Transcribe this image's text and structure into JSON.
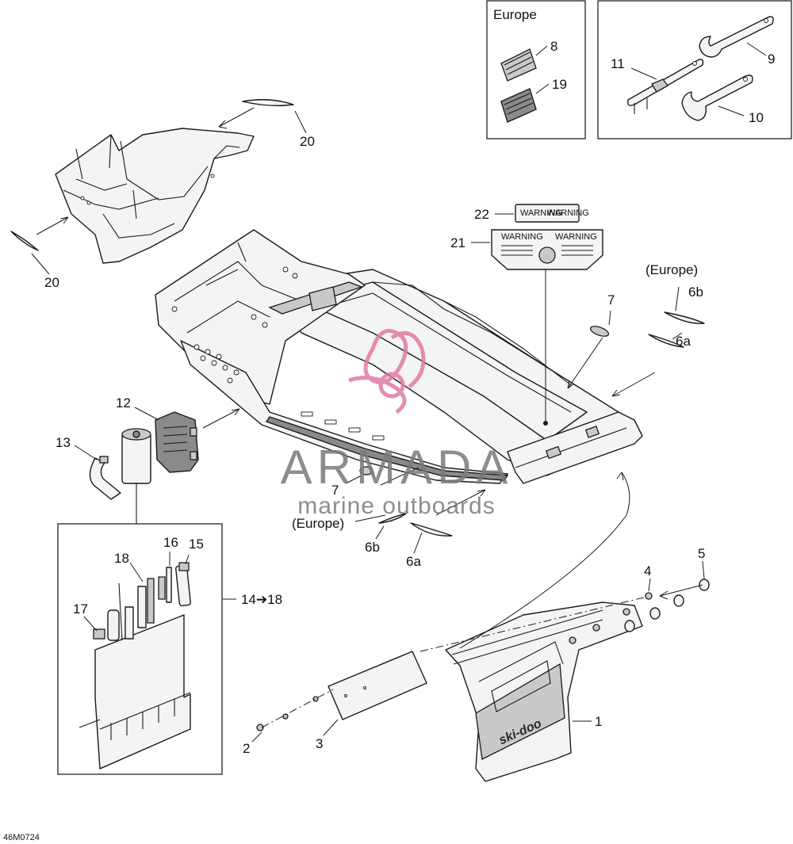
{
  "diagram": {
    "code": "46M0724",
    "inset_europe_title": "Europe",
    "callouts": {
      "c1": "1",
      "c2": "2",
      "c3": "3",
      "c4": "4",
      "c5": "5",
      "c6a_right": "6a",
      "c6b_right": "6b",
      "c6a_bottom": "6a",
      "c6b_bottom": "6b",
      "c7_right": "7",
      "c7_bottom": "7",
      "c8": "8",
      "c9": "9",
      "c10": "10",
      "c11": "11",
      "c12": "12",
      "c13": "13",
      "c14_18": "14➔18",
      "c15": "15",
      "c16": "16",
      "c17": "17",
      "c18": "18",
      "c19": "19",
      "c20_top": "20",
      "c20_left": "20",
      "c21": "21",
      "c22": "22"
    },
    "europe_note_right": "(Europe)",
    "europe_note_bottom": "(Europe)",
    "decal_22_text": "WARNING",
    "decal_21_text": "WARNING",
    "flap_brand": "ski-doo"
  },
  "watermark": {
    "brand": "ARMADA",
    "tagline": "marine outboards",
    "accent_color": "#e07aa6",
    "text_color": "#7a7a7a"
  }
}
